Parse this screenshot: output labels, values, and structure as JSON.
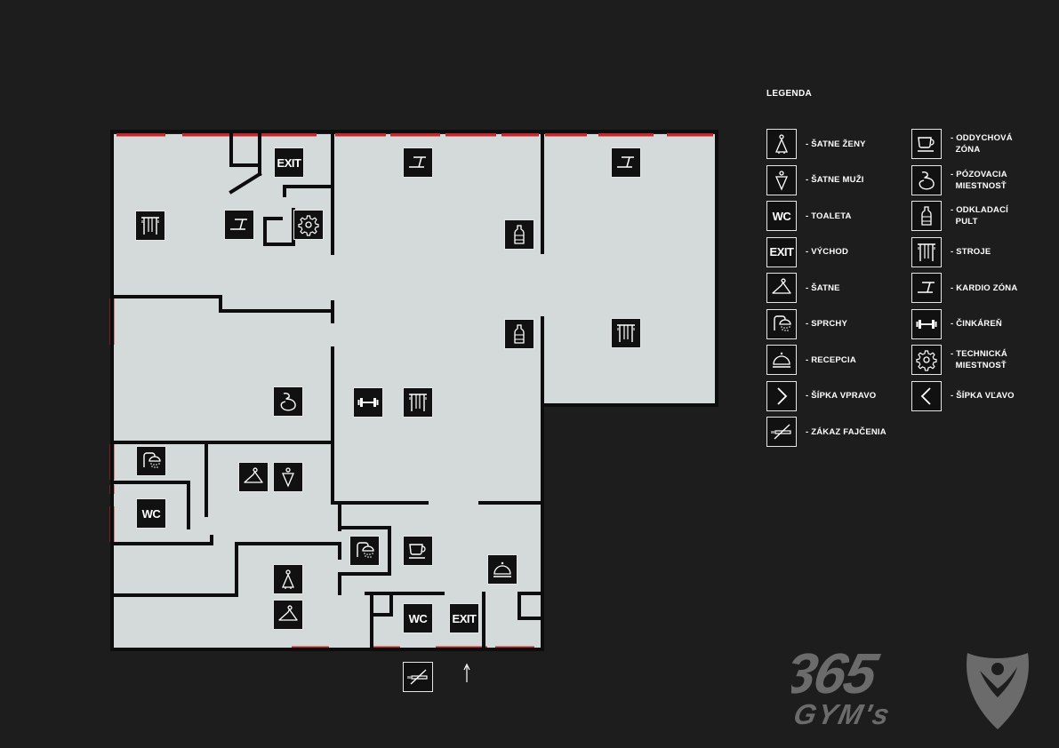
{
  "legend": {
    "title": "LEGENDA",
    "left": [
      {
        "icon": "woman-icon",
        "label": "- ŠATNE ŽENY"
      },
      {
        "icon": "man-icon",
        "label": "- ŠATNE MUŽI"
      },
      {
        "icon": "wc-icon",
        "label": "- TOALETA",
        "text": "WC"
      },
      {
        "icon": "exit-icon",
        "label": "- VÝCHOD",
        "text": "EXIT"
      },
      {
        "icon": "hanger-icon",
        "label": "- ŠATNE"
      },
      {
        "icon": "shower-icon",
        "label": "- SPRCHY"
      },
      {
        "icon": "reception-bell-icon",
        "label": "- RECEPCIA"
      },
      {
        "icon": "arrow-right-icon",
        "label": "- ŠÍPKA VPRAVO"
      },
      {
        "icon": "no-smoking-icon",
        "label": "- ZÁKAZ FAJČENIA"
      }
    ],
    "right": [
      {
        "icon": "coffee-cup-icon",
        "label": "- ODDYCHOVÁ\n  ZÓNA"
      },
      {
        "icon": "posing-arm-icon",
        "label": "- PÓZOVACIA\n  MIESTNOSŤ"
      },
      {
        "icon": "bottle-icon",
        "label": "- ODKLADACÍ\n  PULT"
      },
      {
        "icon": "machines-icon",
        "label": "- STROJE"
      },
      {
        "icon": "treadmill-icon",
        "label": "- KARDIO ZÓNA"
      },
      {
        "icon": "dumbbell-icon",
        "label": "- ČINKÁREŇ"
      },
      {
        "icon": "gear-icon",
        "label": "- TECHNICKÁ\n  MIESTNOSŤ"
      },
      {
        "icon": "arrow-left-icon",
        "label": "- ŠÍPKA VĽAVO"
      }
    ]
  },
  "map_icons": [
    {
      "icon": "exit-icon",
      "text": "EXIT"
    },
    {
      "icon": "treadmill-icon"
    },
    {
      "icon": "treadmill-icon"
    },
    {
      "icon": "machines-icon"
    },
    {
      "icon": "treadmill-icon"
    },
    {
      "icon": "gear-icon"
    },
    {
      "icon": "bottle-icon"
    },
    {
      "icon": "bottle-icon"
    },
    {
      "icon": "machines-icon"
    },
    {
      "icon": "posing-arm-icon"
    },
    {
      "icon": "dumbbell-icon"
    },
    {
      "icon": "machines-icon"
    },
    {
      "icon": "shower-icon"
    },
    {
      "icon": "hanger-icon"
    },
    {
      "icon": "man-icon"
    },
    {
      "icon": "wc-icon",
      "text": "WC"
    },
    {
      "icon": "shower-icon"
    },
    {
      "icon": "coffee-cup-icon"
    },
    {
      "icon": "reception-bell-icon"
    },
    {
      "icon": "woman-icon"
    },
    {
      "icon": "hanger-icon"
    },
    {
      "icon": "wc-icon",
      "text": "WC"
    },
    {
      "icon": "exit-icon",
      "text": "EXIT"
    },
    {
      "icon": "no-smoking-icon"
    }
  ],
  "logo": {
    "number": "365",
    "name": "GYM's"
  },
  "colors": {
    "background": "#1d1d1d",
    "floor": "#d4dada",
    "wall": "#0d0d0d",
    "window": "#c7262c",
    "icon_bg": "#111111",
    "logo": "#6b6b6b"
  }
}
